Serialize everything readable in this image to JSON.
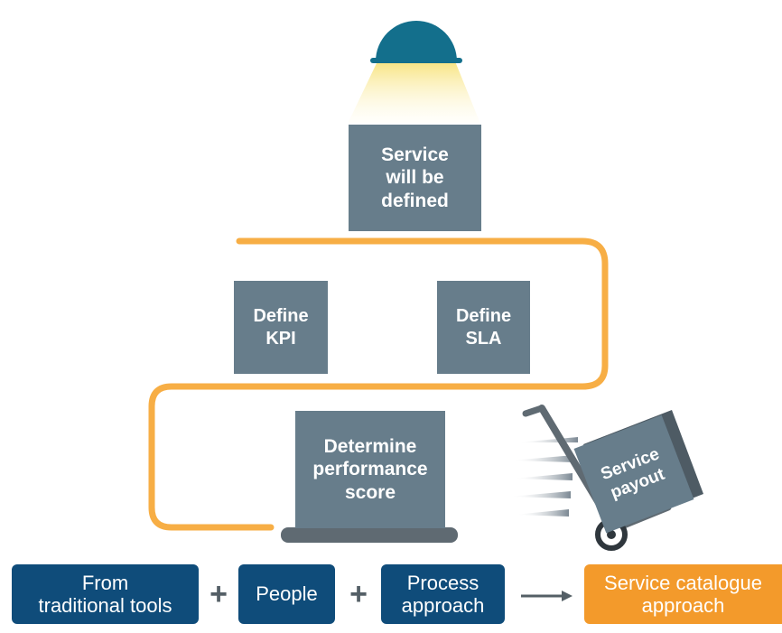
{
  "diagram": {
    "service_box": "Service\nwill be\ndefined",
    "kpi_box": "Define\nKPI",
    "sla_box": "Define\nSLA",
    "score_box": "Determine\nperformance\nscore",
    "payout_box": "Service\npayout"
  },
  "flow": {
    "item1": "From\ntraditional tools",
    "plus1": "+",
    "item2": "People",
    "plus2": "+",
    "item3": "Process\napproach",
    "result": "Service catalogue\napproach"
  },
  "colors": {
    "slate": "#677d8b",
    "navy": "#0f4c7a",
    "orange": "#f39a2b",
    "teal_lamp": "#136f8c"
  },
  "icons": [
    "lamp-icon",
    "hand-truck-icon",
    "arrow-right-icon"
  ]
}
